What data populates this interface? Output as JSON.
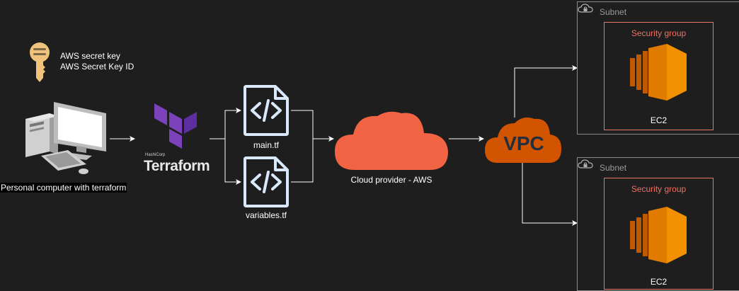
{
  "credentials": {
    "line1": "AWS secret key",
    "line2": "AWS Secret Key ID"
  },
  "computer": {
    "label": "Personal computer with terraform"
  },
  "terraform": {
    "brand_small": "HashiCorp",
    "brand": "Terraform"
  },
  "files": [
    {
      "label": "main.tf"
    },
    {
      "label": "variables.tf"
    }
  ],
  "cloud": {
    "label": "Cloud provider - AWS"
  },
  "vpc": {
    "label": "VPC"
  },
  "subnets": [
    {
      "title": "Subnet",
      "security_group": "Security group",
      "instance": "EC2"
    },
    {
      "title": "Subnet",
      "security_group": "Security group",
      "instance": "EC2"
    }
  ],
  "colors": {
    "background": "#1e1e1e",
    "terraform_purple": "#7b42bc",
    "file_icon": "#dae8fc",
    "cloud": "#f26344",
    "vpc": "#d35400",
    "ec2": "#e07b00",
    "security_group_border": "#e8756a",
    "key": "#f0c27b"
  }
}
